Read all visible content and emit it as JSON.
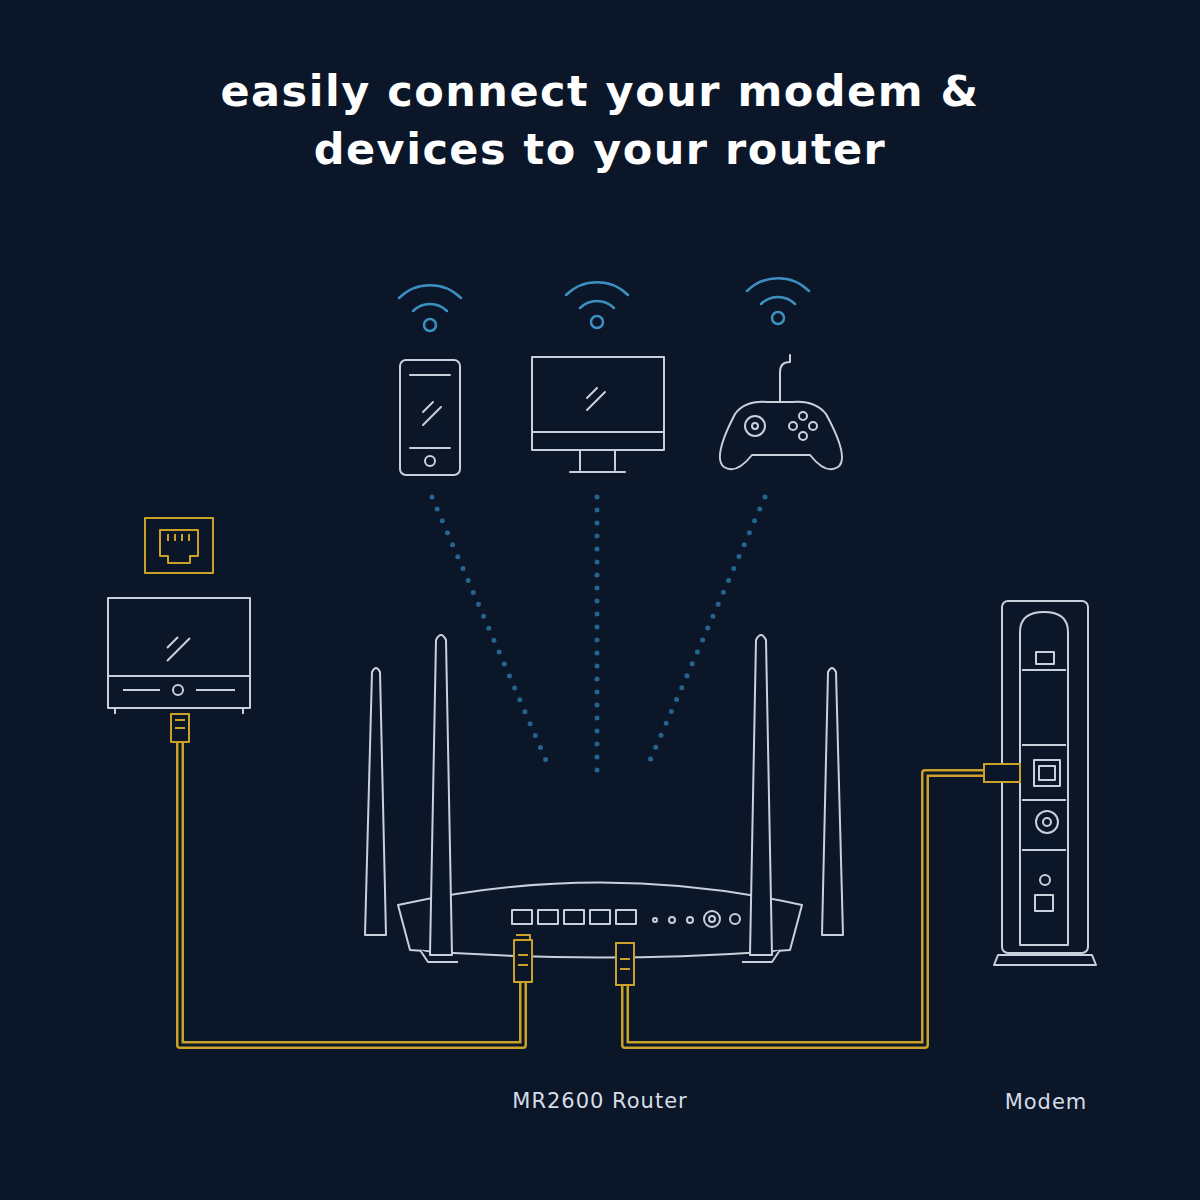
{
  "diagram": {
    "title": "easily connect your modem & devices to your router",
    "nodes": [
      {
        "text": [
          "MR2600 Router"
        ]
      },
      {
        "text": [
          "Modem"
        ]
      }
    ],
    "edges": [
      {
        "from": 1,
        "to": 0,
        "arrow": "none"
      }
    ]
  }
}
